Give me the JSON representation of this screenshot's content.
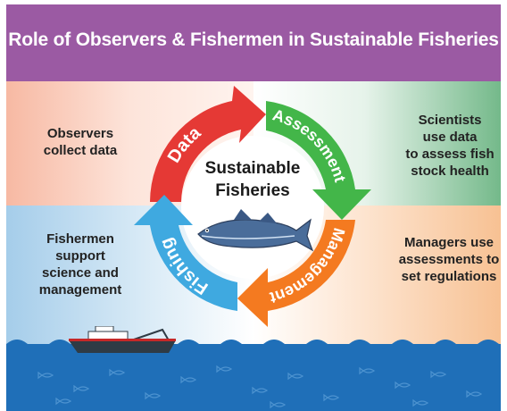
{
  "title": "Role of Observers & Fishermen in Sustainable Fisheries",
  "center": {
    "line1": "Sustainable",
    "line2": "Fisheries"
  },
  "stages": [
    {
      "label": "Data",
      "color": "#e53935"
    },
    {
      "label": "Assessment",
      "color": "#43b649"
    },
    {
      "label": "Management",
      "color": "#f47a20"
    },
    {
      "label": "Fishing",
      "color": "#3fa9e0"
    }
  ],
  "notes": {
    "observers": {
      "l1": "Observers",
      "l2": "collect data"
    },
    "scientists": {
      "l1": "Scientists",
      "l2": "use data",
      "l3": "to assess fish",
      "l4": "stock health"
    },
    "fishermen": {
      "l1": "Fishermen",
      "l2": "support",
      "l3": "science and",
      "l4": "management"
    },
    "managers": {
      "l1": "Managers use",
      "l2": "assessments to",
      "l3": "set regulations"
    }
  },
  "colors": {
    "banner": "#9b5aa3",
    "ocean": "#1f6fb8",
    "ocean_dark": "#1a5d9d"
  },
  "icons": [
    "fish-icon",
    "fishing-vessel-icon",
    "wave-icon",
    "fish-school-icon"
  ]
}
